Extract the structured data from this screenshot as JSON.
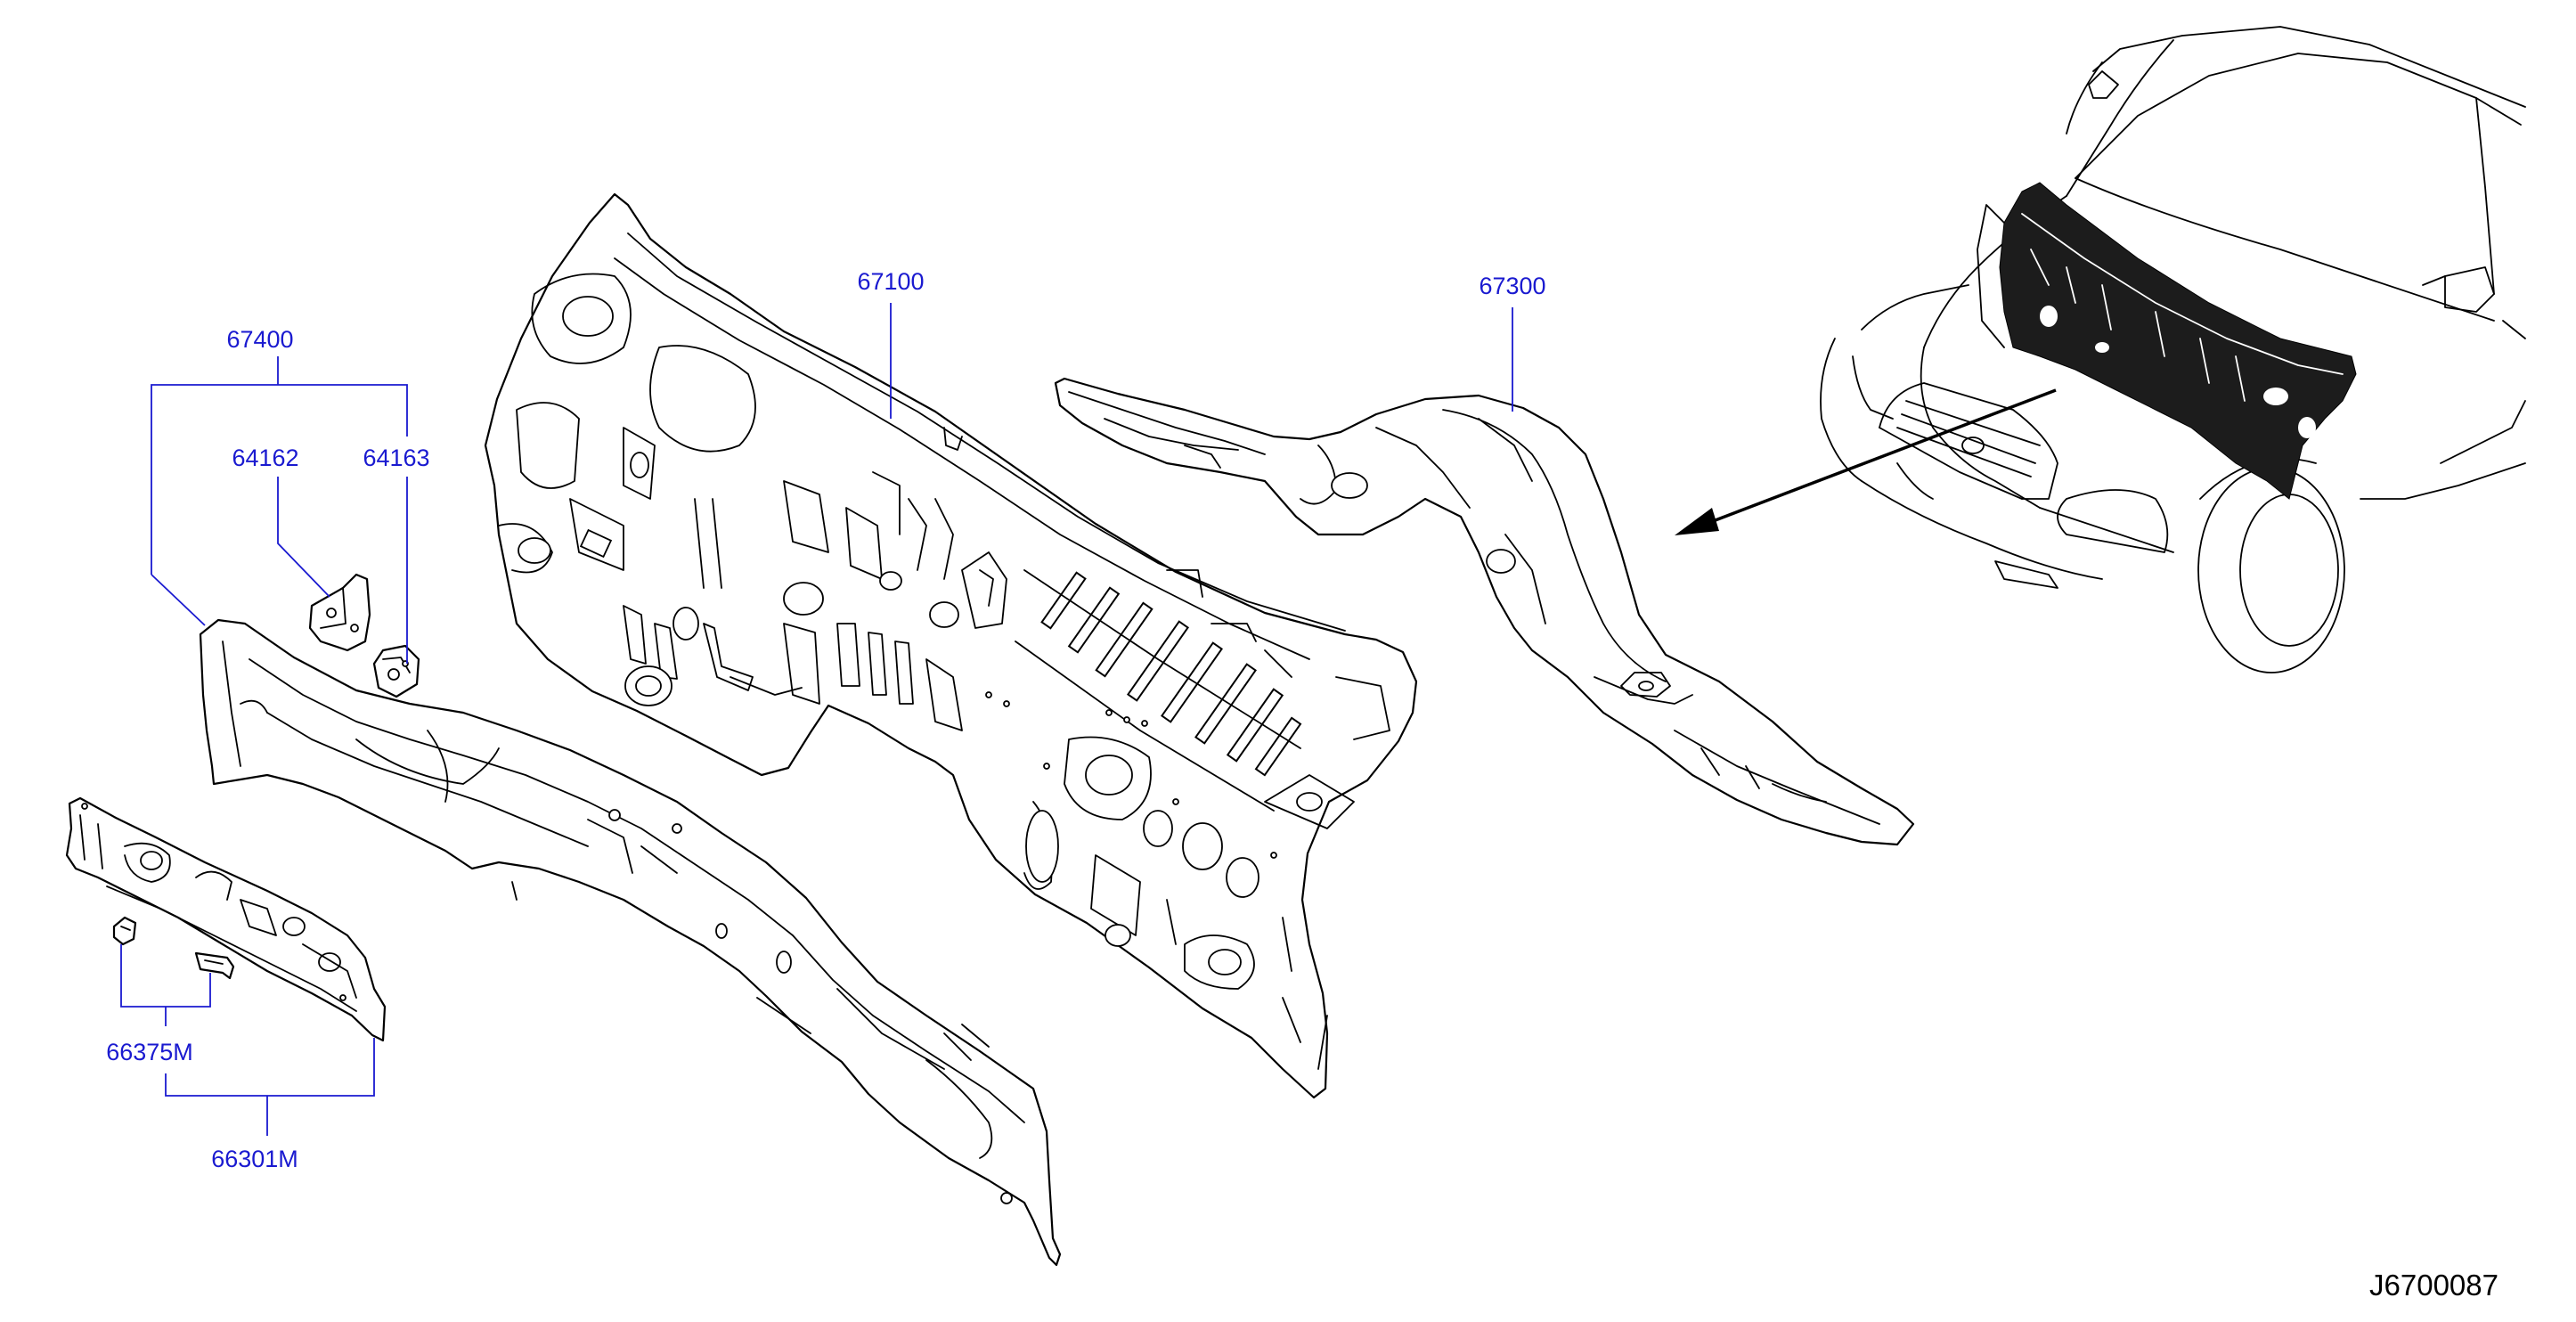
{
  "diagram": {
    "drawing_code": "J6700087",
    "colors": {
      "callout": "#1a1ad0",
      "linework": "#000000",
      "background": "#ffffff"
    },
    "callouts": {
      "p67100": "67100",
      "p67300": "67300",
      "p67400": "67400",
      "p64162": "64162",
      "p64163": "64163",
      "p66375M": "66375M",
      "p66301M": "66301M"
    }
  }
}
